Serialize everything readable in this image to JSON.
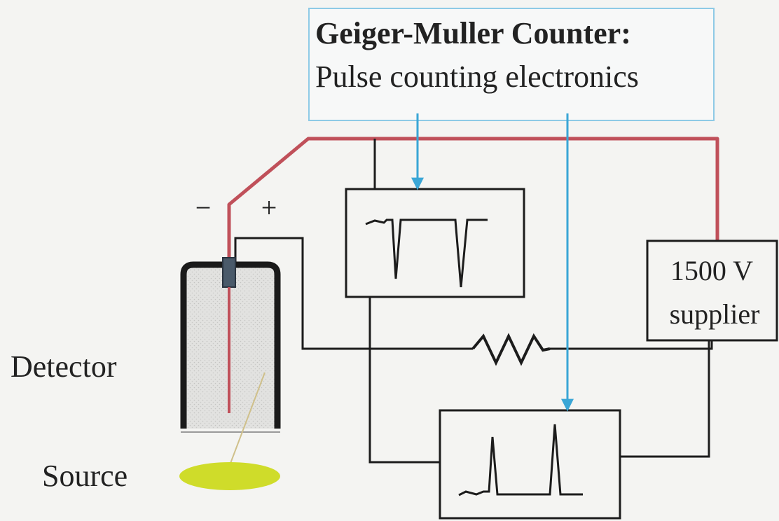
{
  "title_box": {
    "title": "Geiger-Muller Counter:",
    "subtitle": "Pulse counting electronics"
  },
  "labels": {
    "minus": "−",
    "plus": "+",
    "detector": "Detector",
    "source": "Source",
    "supply_line1": "1500 V",
    "supply_line2": "supplier"
  },
  "colors": {
    "background": "#f4f4f2",
    "wire": "#1c1c1c",
    "high_voltage_wire": "#c0505a",
    "pointer_arrow": "#3aa6d6",
    "title_box_border": "#8ecae6",
    "source_fill": "#cfdc2a",
    "detector_body": "#1a1a1a",
    "detector_fill": "#dcdcdc",
    "electrode": "#4a5a6a"
  }
}
